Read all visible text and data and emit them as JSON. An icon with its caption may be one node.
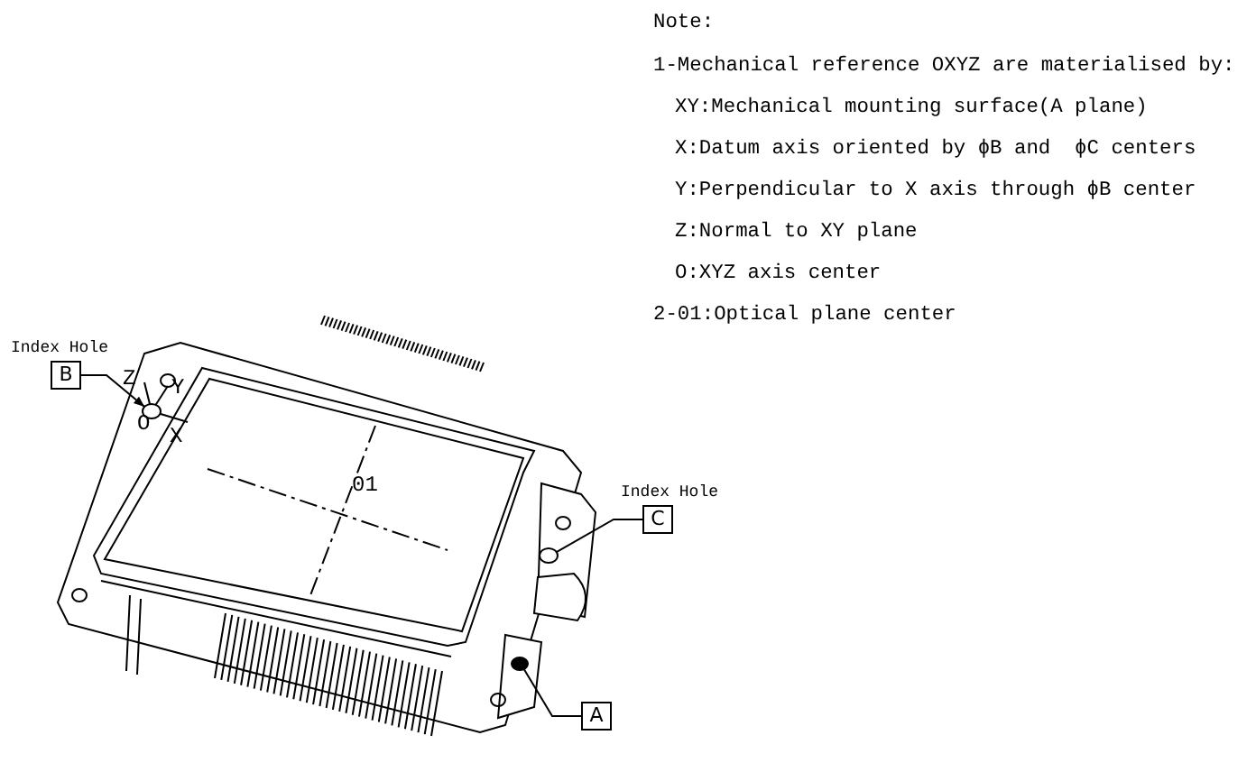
{
  "diagram": {
    "nodes": [
      {
        "text": [
          "B"
        ],
        "beside": [
          "Index Hole"
        ]
      },
      {
        "text": [],
        "shape": "circle"
      },
      {
        "text": [
          "C"
        ],
        "beside": [
          "Index Hole"
        ]
      },
      {
        "text": [],
        "shape": "circle"
      },
      {
        "text": [
          "A"
        ]
      },
      {
        "text": [],
        "shape": "circle"
      }
    ],
    "edges": [
      {
        "from": 0,
        "to": 1,
        "arrow": "to"
      },
      {
        "from": 2,
        "to": 3,
        "arrow": "none"
      },
      {
        "from": 4,
        "to": 5,
        "arrow": "none"
      }
    ],
    "labels": [
      "Note:",
      "1-Mechanical reference OXYZ are materialised by:",
      "XY:Mechanical mounting surface(A plane)",
      "X:Datum axis oriented by ϕB and  ϕC centers",
      "Y:Perpendicular to X axis through ϕB center",
      "Z:Normal to XY plane",
      "O:XYZ axis center",
      "2-01:Optical plane center",
      "Z",
      "Y",
      "O",
      "X",
      "01"
    ]
  }
}
